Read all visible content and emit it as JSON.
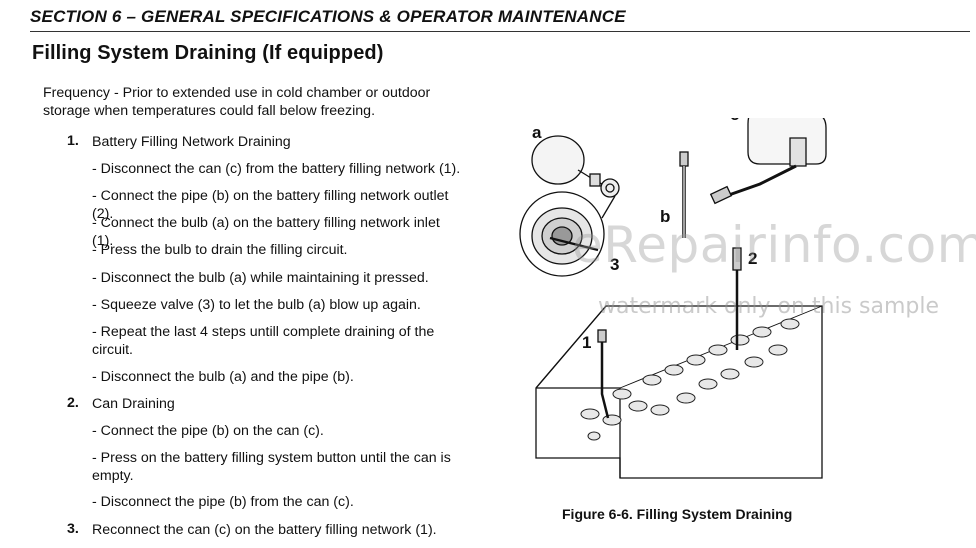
{
  "section_header": "SECTION 6 – GENERAL SPECIFICATIONS & OPERATOR MAINTENANCE",
  "subtitle": "Filling System Draining (If equipped)",
  "frequency": "Frequency - Prior to extended use in cold chamber or outdoor storage when temperatures could fall below freezing.",
  "steps": [
    {
      "number": "1.",
      "title": "Battery Filling Network Draining",
      "items": [
        "- Disconnect the can (c) from the battery filling network (1).",
        "- Connect the pipe (b) on the battery filling network outlet (2).",
        "- Connect the bulb (a) on the battery filling network inlet (1).",
        "- Press the bulb to drain the filling circuit.",
        "- Disconnect the bulb (a) while maintaining it pressed.",
        "- Squeeze valve (3) to let the bulb (a) blow up again.",
        "- Repeat the last 4 steps untill complete draining of the circuit.",
        "- Disconnect the bulb (a) and the pipe (b)."
      ]
    },
    {
      "number": "2.",
      "title": "Can Draining",
      "items": [
        "- Connect the pipe (b) on the can (c).",
        "- Press on the battery filling system button until the can is empty.",
        "- Disconnect the pipe (b) from the can (c)."
      ]
    },
    {
      "number": "3.",
      "title": "Reconnect the can (c) on the battery filling network (1).",
      "items": []
    }
  ],
  "figure": {
    "labels": {
      "a": "a",
      "b": "b",
      "c": "c",
      "one": "1",
      "two": "2",
      "three": "3"
    },
    "caption": "Figure 6-6. Filling System Draining"
  },
  "watermark": {
    "line1": "eRepairinfo.com",
    "line2": "watermark only on this sample"
  }
}
